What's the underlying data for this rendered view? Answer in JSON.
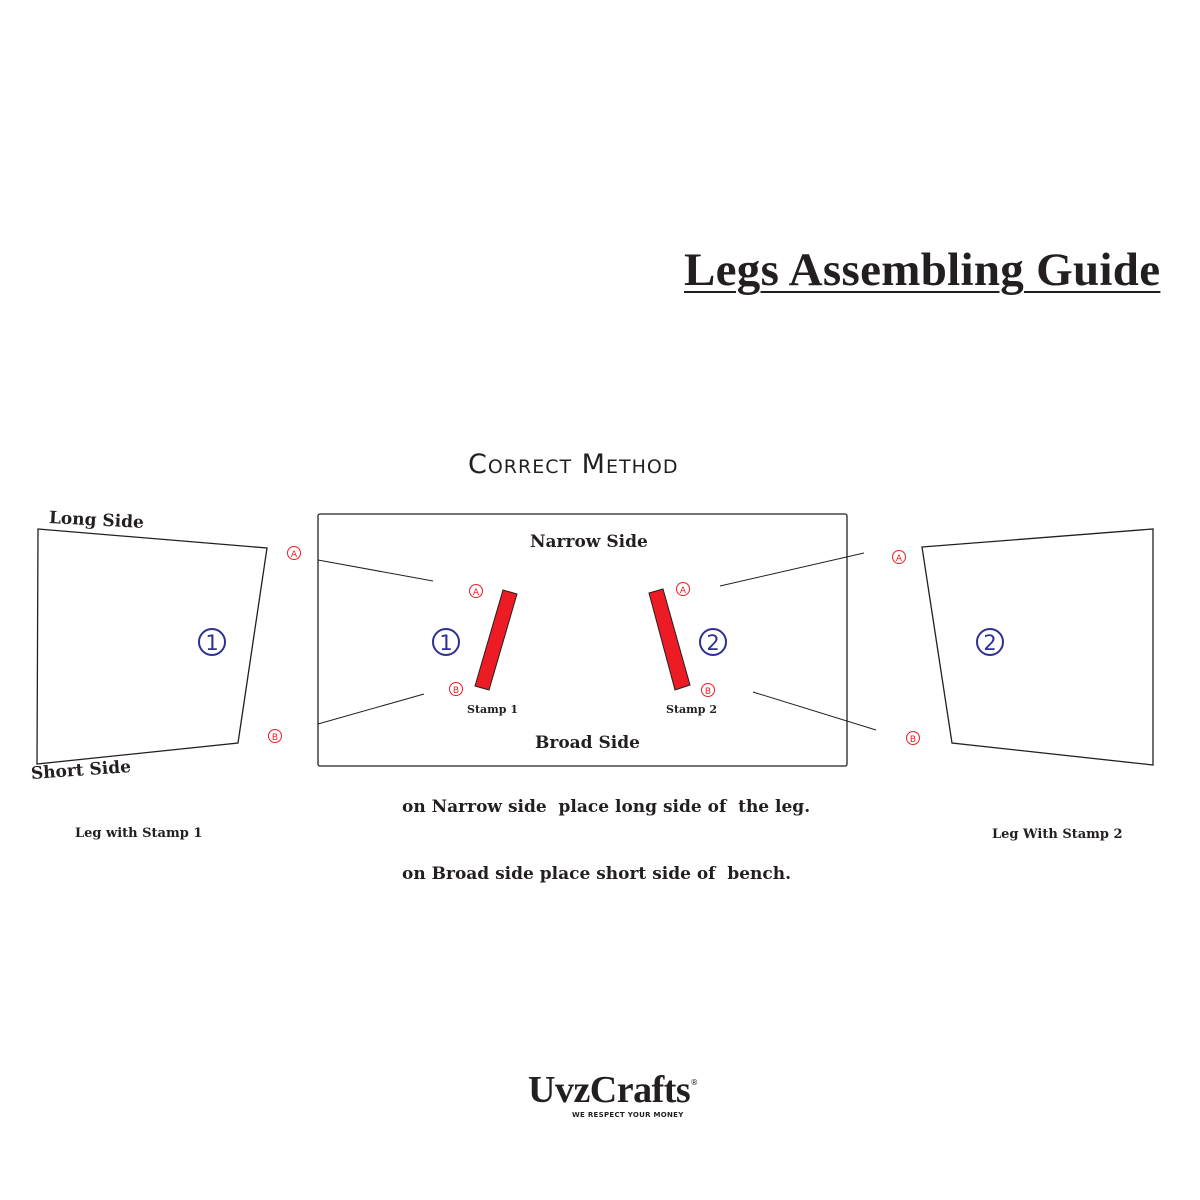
{
  "title": "Legs Assembling Guide",
  "subtitle": "Correct Method",
  "labels": {
    "long_side": "Long Side",
    "short_side": "Short Side",
    "narrow_side": "Narrow Side",
    "broad_side": "Broad Side",
    "stamp1": "Stamp 1",
    "stamp2": "Stamp 2",
    "leg1_caption": "Leg with Stamp 1",
    "leg2_caption": "Leg With Stamp 2"
  },
  "markers": {
    "one": "1",
    "two": "2",
    "a": "A",
    "b": "B"
  },
  "instructions": [
    "on Narrow side  place long side of  the leg.",
    "on Broad side place short side of  bench."
  ],
  "brand": {
    "name": "UvzCrafts",
    "reg": "®",
    "tagline": "WE RESPECT YOUR MONEY"
  },
  "colors": {
    "stamp_fill": "#ed1c24",
    "marker_red": "#ed1c24",
    "marker_blue": "#2e3192",
    "line": "#231f20"
  }
}
